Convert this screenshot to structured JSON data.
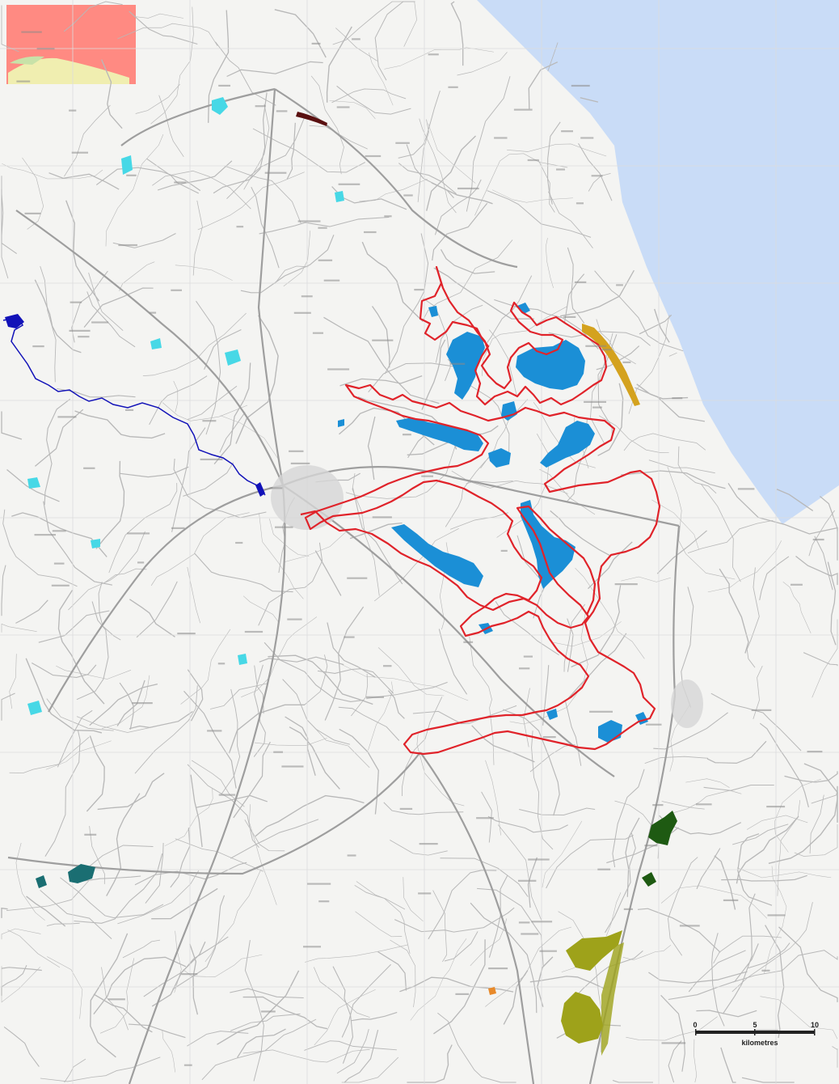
{
  "map": {
    "scale_bar": {
      "ticks": [
        "0",
        "5",
        "10"
      ],
      "unit": "kilometres"
    },
    "colors": {
      "sea": "#c9dcf7",
      "land": "#f4f4f2",
      "roads": "#b8b8b8",
      "boundary": "#e0232a",
      "water_bodies": "#1b8fd6",
      "cyan_sites": "#47d8e6",
      "river": "#1212b8",
      "salmon_block": "#ff8a82",
      "coastal_gold": "#d4a21e",
      "dark_green": "#1e5a12",
      "olive": "#9ea21a",
      "dark_teal": "#1a6e72"
    }
  }
}
